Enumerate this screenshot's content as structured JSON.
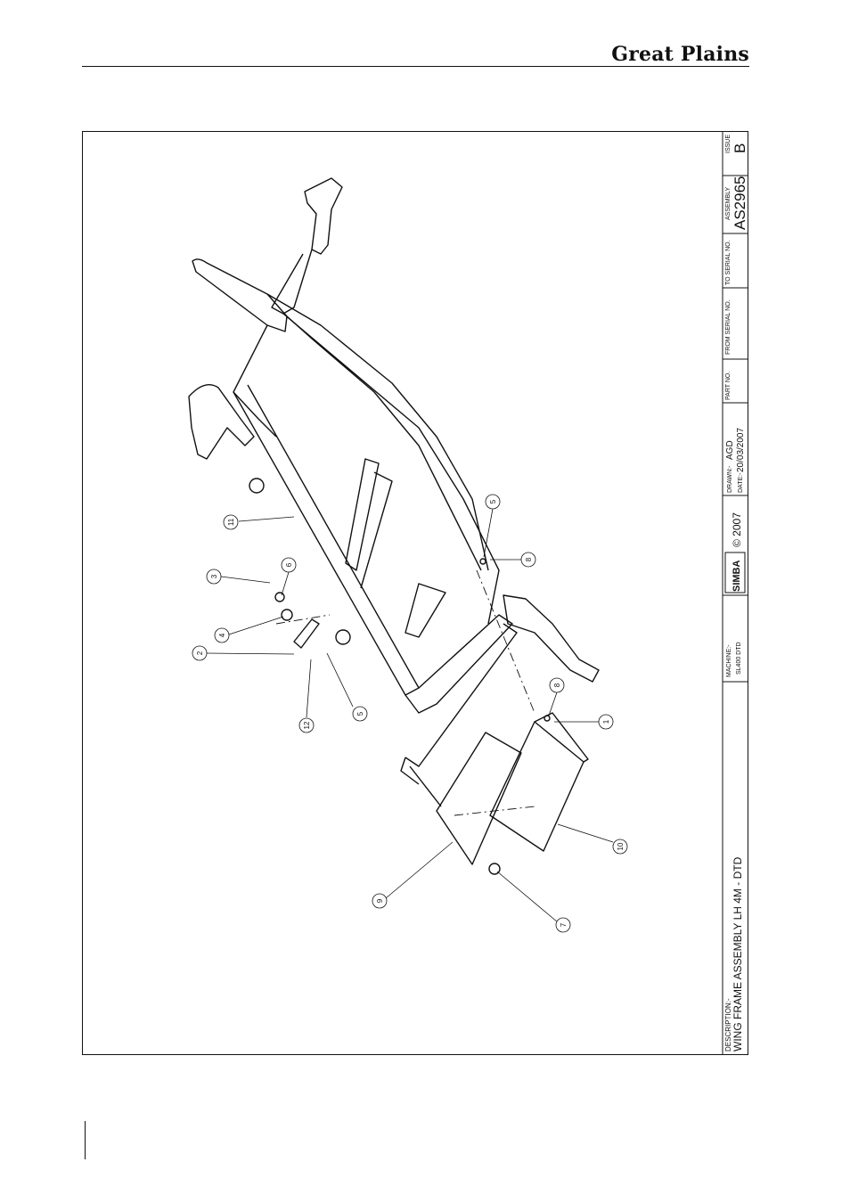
{
  "header": {
    "brand": "Great Plains"
  },
  "title_block": {
    "description_label": "DESCRIPTION:-",
    "description": "WING FRAME ASSEMBLY LH 4M - DTD",
    "machine_label": "MACHINE:-",
    "machine": "SL400 DTD",
    "logo_text": "SIMBA",
    "copyright": "© 2007",
    "drawn_label": "DRAWN:-",
    "drawn": "AGD",
    "date_label": "DATE:-",
    "date": "20/03/2007",
    "part_no_label": "PART NO.",
    "from_serial_label": "FROM SERIAL NO.",
    "to_serial_label": "TO SERIAL NO.",
    "assembly_label": "ASSEMBLY",
    "assembly": "AS2965",
    "issue_label": "ISSUE",
    "issue": "B"
  },
  "callouts": [
    "11",
    "3",
    "6",
    "4",
    "2",
    "12",
    "5",
    "5",
    "8",
    "8",
    "1",
    "10",
    "9",
    "7"
  ]
}
